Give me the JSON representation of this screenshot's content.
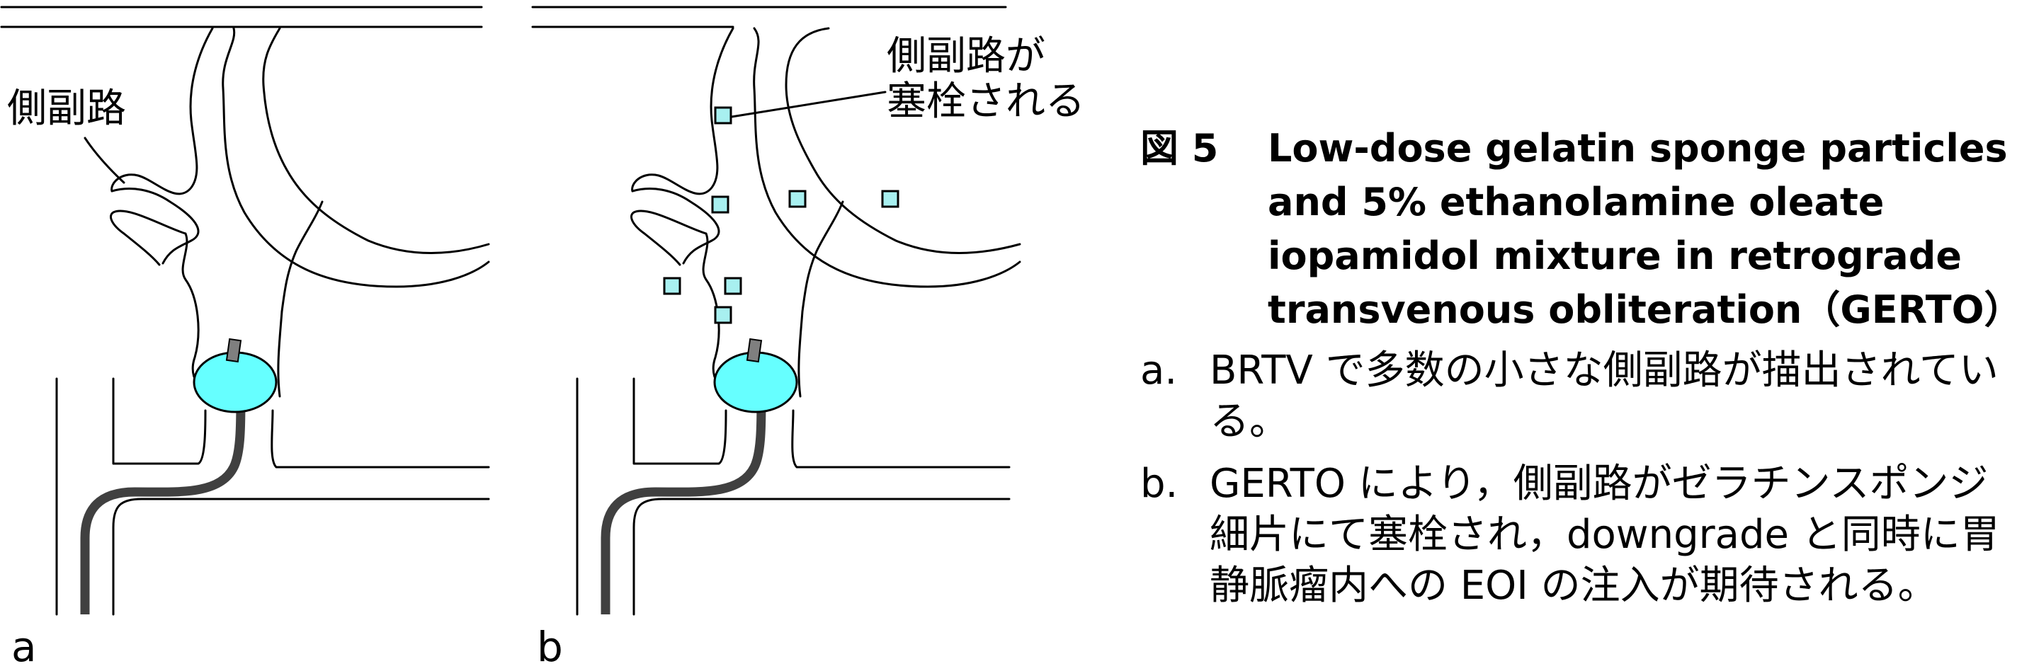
{
  "panels": {
    "a": {
      "panel_label": "a",
      "callout_label": "側副路"
    },
    "b": {
      "panel_label": "b",
      "callout_label_line1": "側副路が",
      "callout_label_line2": "塞栓される"
    }
  },
  "caption": {
    "figure_number": "図 5",
    "title": "Low-dose gelatin sponge particles and 5% ethanolamine oleate iopamidol mixture in retrograde transvenous obliteration（GERTO）",
    "items": [
      {
        "marker": "a.",
        "text": "BRTV で多数の小さな側副路が描出されている。"
      },
      {
        "marker": "b.",
        "text": "GERTO により，側副路がゼラチンスポンジ細片にて塞栓され，downgrade と同時に胃静脈瘤内への EOI の注入が期待される。"
      }
    ]
  },
  "colors": {
    "line": "#000000",
    "catheter": "#404040",
    "balloon_fill": "#66ffff",
    "particle_fill": "#a8f0f0",
    "catheter_tip": "#7f7f7f"
  }
}
